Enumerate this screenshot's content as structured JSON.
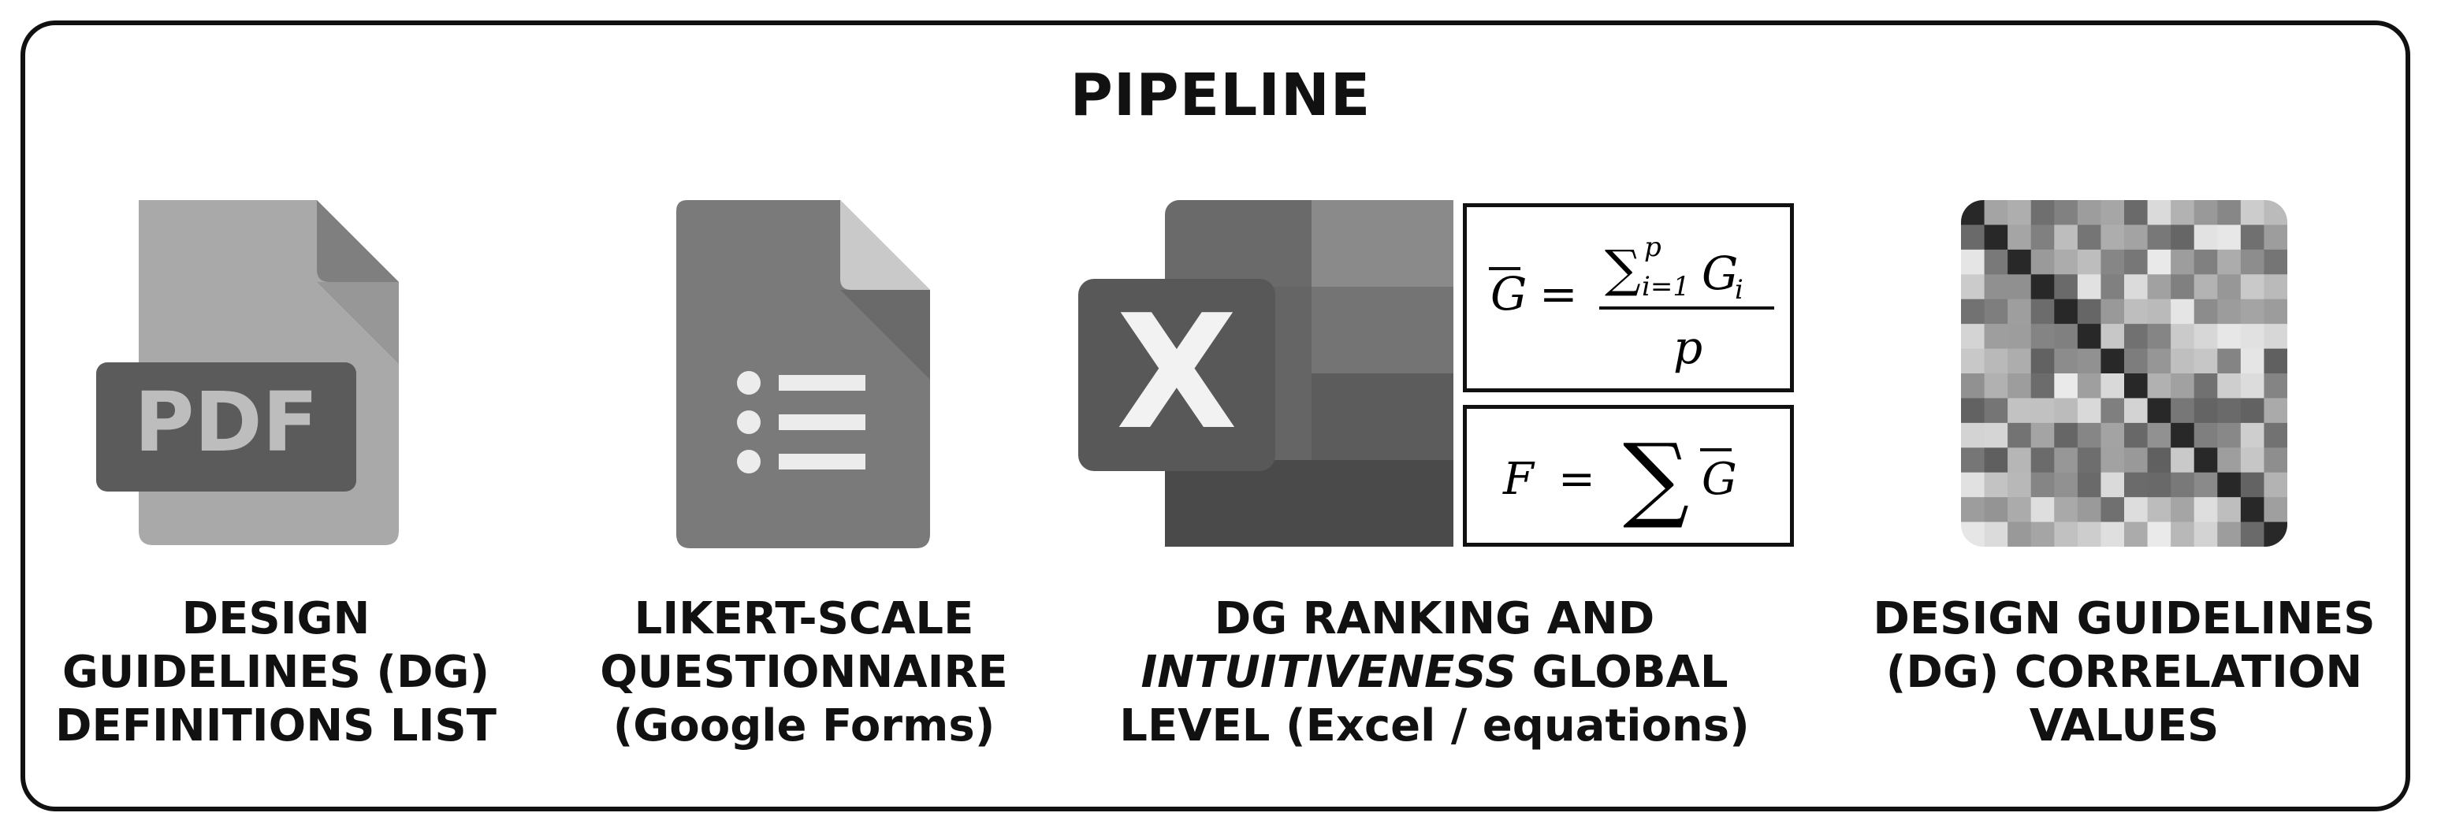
{
  "title": "PIPELINE",
  "steps": [
    {
      "lines": [
        "DESIGN",
        "GUIDELINES (DG)",
        "DEFINITIONS LIST"
      ],
      "icon": "pdf-file-icon",
      "icon_text": "PDF"
    },
    {
      "lines": [
        "LIKERT-SCALE",
        "QUESTIONNAIRE",
        "(Google Forms)"
      ],
      "icon": "forms-document-icon"
    },
    {
      "line1": "DG RANKING AND",
      "line2_italic": "INTUITIVENESS",
      "line2_rest": " GLOBAL",
      "line3": "LEVEL (Excel / equations)",
      "icon": "excel-icon",
      "icon_text": "X"
    },
    {
      "lines": [
        "DESIGN GUIDELINES",
        "(DG) CORRELATION",
        "VALUES"
      ],
      "icon": "correlation-matrix-icon"
    }
  ],
  "equations": {
    "g_bar": {
      "lhs": "G",
      "equals": "=",
      "sum": "∑",
      "sub": "i=1",
      "sup": "p",
      "term": "G",
      "term_sub": "i",
      "den": "p"
    },
    "f": {
      "lhs": "F",
      "equals": "=",
      "sum": "∑",
      "term": "G"
    }
  },
  "colors": {
    "ink": "#111111",
    "gray_light": "#a8a8a8",
    "gray_mid": "#7a7a7a",
    "gray_dark": "#5a5a5a"
  }
}
